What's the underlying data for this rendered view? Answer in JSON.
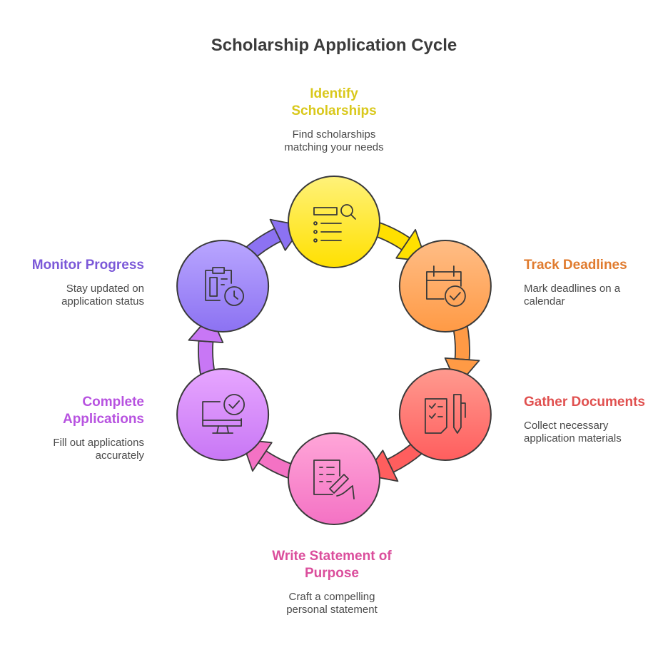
{
  "title": "Scholarship Application Cycle",
  "steps": [
    {
      "label": "Identify Scholarships",
      "label_lines": [
        "Identify",
        "Scholarships"
      ],
      "desc_lines": [
        "Find scholarships",
        "matching your needs"
      ],
      "color": "#d9c81b",
      "fill_top": "#fff27a",
      "fill_bottom": "#ffe000",
      "icon": "search-list-icon"
    },
    {
      "label": "Track Deadlines",
      "label_lines": [
        "Track Deadlines"
      ],
      "desc_lines": [
        "Mark deadlines on a",
        "calendar"
      ],
      "color": "#e07b2e",
      "fill_top": "#ffbd86",
      "fill_bottom": "#ff9a45",
      "icon": "calendar-check-icon"
    },
    {
      "label": "Gather Documents",
      "label_lines": [
        "Gather Documents"
      ],
      "desc_lines": [
        "Collect necessary",
        "application materials"
      ],
      "color": "#e0504f",
      "fill_top": "#ff9a8f",
      "fill_bottom": "#ff5e5e",
      "icon": "checklist-pen-icon"
    },
    {
      "label": "Write Statement of Purpose",
      "label_lines": [
        "Write Statement of",
        "Purpose"
      ],
      "desc_lines": [
        "Craft a compelling",
        "personal statement"
      ],
      "color": "#db4e9c",
      "fill_top": "#ffa6d8",
      "fill_bottom": "#f472c4",
      "icon": "writing-hand-icon"
    },
    {
      "label": "Complete Applications",
      "label_lines": [
        "Complete",
        "Applications"
      ],
      "desc_lines": [
        "Fill out applications",
        "accurately"
      ],
      "color": "#b752e0",
      "fill_top": "#e7a6ff",
      "fill_bottom": "#c877f5",
      "icon": "monitor-check-icon"
    },
    {
      "label": "Monitor Progress",
      "label_lines": [
        "Monitor Progress"
      ],
      "desc_lines": [
        "Stay updated on",
        "application status"
      ],
      "color": "#7b58d8",
      "fill_top": "#b9a6ff",
      "fill_bottom": "#8c72f2",
      "icon": "clipboard-clock-icon"
    }
  ]
}
